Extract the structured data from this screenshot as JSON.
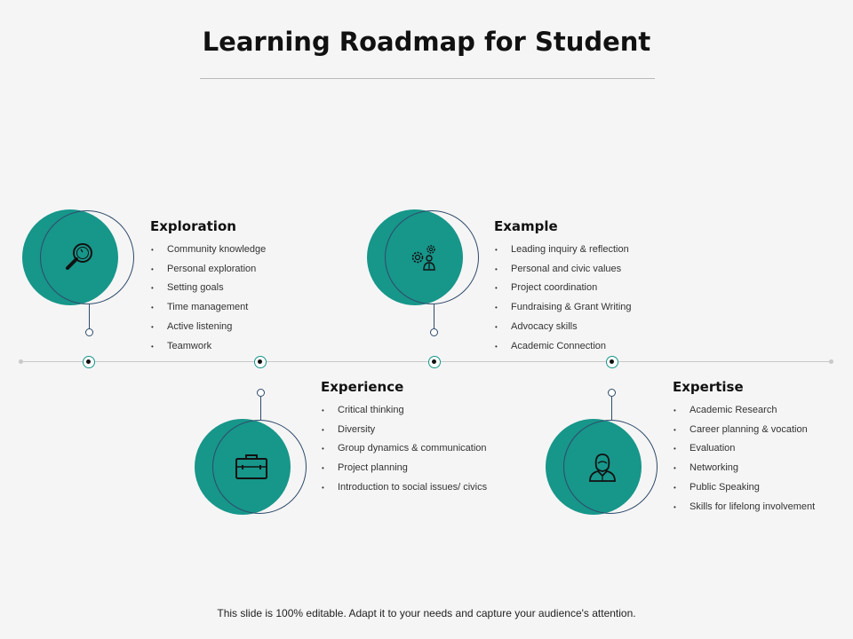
{
  "title": "Learning Roadmap for Student",
  "footer": "This slide is 100% editable. Adapt it to your needs and capture your audience's attention.",
  "colors": {
    "accent": "#17968a",
    "ring": "#2e4a6b"
  },
  "stages": [
    {
      "heading": "Exploration",
      "icon": "magnifier-icon",
      "items": [
        "Community knowledge",
        "Personal exploration",
        "Setting goals",
        "Time management",
        "Active listening",
        "Teamwork"
      ]
    },
    {
      "heading": "Experience",
      "icon": "briefcase-icon",
      "items": [
        "Critical thinking",
        "Diversity",
        "Group dynamics & communication",
        "Project planning",
        "Introduction to social issues/ civics"
      ]
    },
    {
      "heading": "Example",
      "icon": "gears-person-icon",
      "items": [
        "Leading inquiry & reflection",
        "Personal and civic values",
        "Project coordination",
        "Fundraising & Grant Writing",
        "Advocacy skills",
        "Academic Connection"
      ]
    },
    {
      "heading": "Expertise",
      "icon": "person-icon",
      "items": [
        "Academic Research",
        "Career planning & vocation",
        "Evaluation",
        "Networking",
        "Public Speaking",
        "Skills for lifelong involvement"
      ]
    }
  ]
}
